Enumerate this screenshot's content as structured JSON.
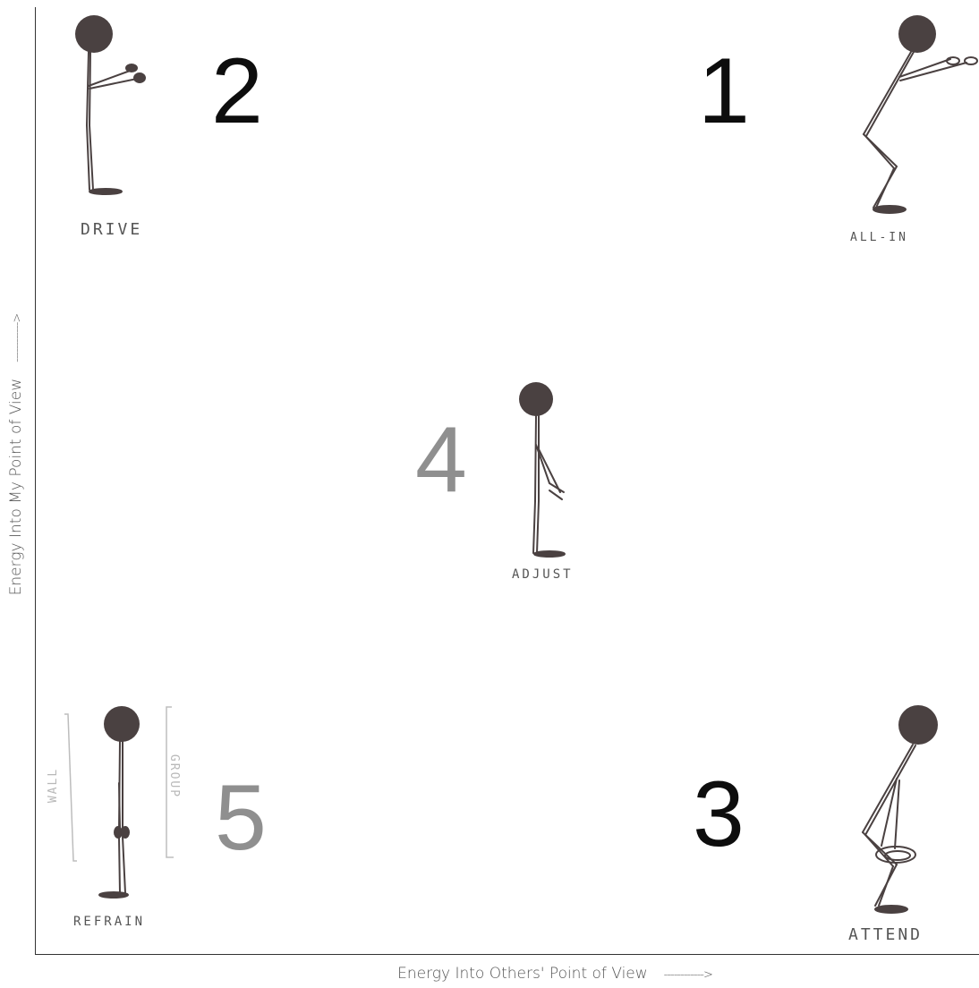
{
  "axes": {
    "x_label": "Energy Into Others' Point of View",
    "x_arrow": "------------>",
    "y_label": "Energy Into My Point of View",
    "y_arrow": "------------>"
  },
  "quadrants": [
    {
      "number": "1",
      "label": "ALL-IN",
      "color": "#0d0d0d"
    },
    {
      "number": "2",
      "label": "DRIVE",
      "color": "#0d0d0d"
    },
    {
      "number": "3",
      "label": "ATTEND",
      "color": "#0d0d0d"
    },
    {
      "number": "4",
      "label": "ADJUST",
      "color": "#8f8f8f"
    },
    {
      "number": "5",
      "label": "REFRAIN",
      "color": "#8f8f8f"
    }
  ],
  "side_labels": {
    "wall": "WALL",
    "group": "GROUP"
  },
  "colors": {
    "figure": "#4a4141",
    "axis": "#333333",
    "bracket": "#bdbdbd"
  }
}
